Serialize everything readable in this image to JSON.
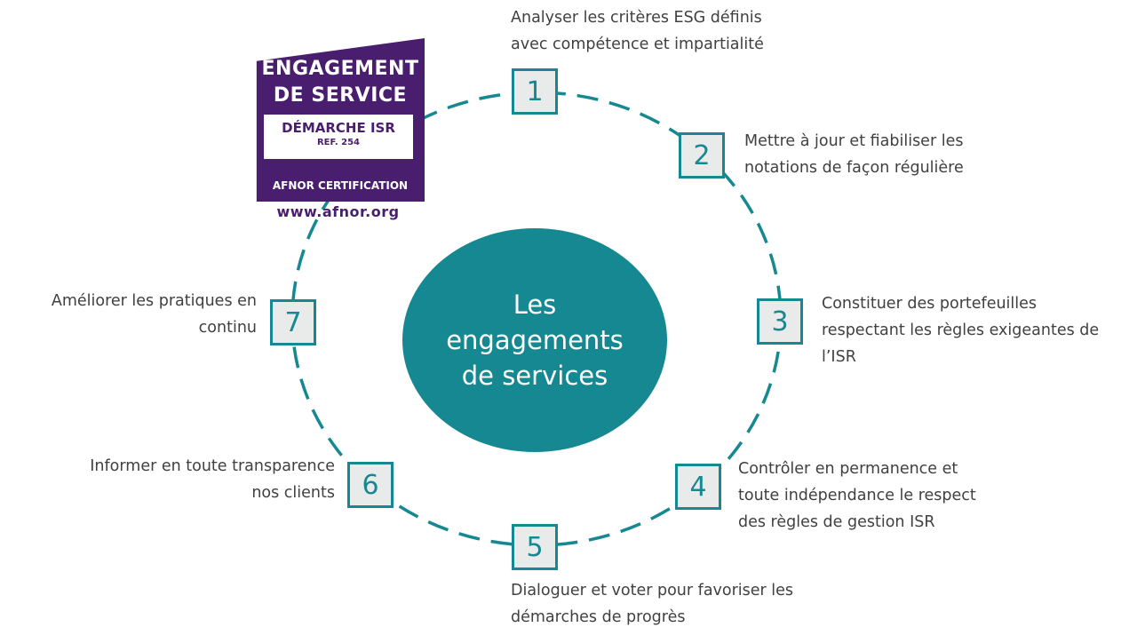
{
  "colors": {
    "accent": "#168891",
    "box_fill": "#e9eaea",
    "text": "#404040",
    "logo_purple": "#4a1e6e"
  },
  "center": {
    "lines": [
      "Les",
      "engagements",
      "de services"
    ]
  },
  "logo": {
    "title_line1": "ENGAGEMENT",
    "title_line2": "DE SERVICE",
    "demarche": "DÉMARCHE ISR",
    "ref": "REF. 254",
    "certification": "AFNOR CERTIFICATION",
    "url": "www.afnor.org"
  },
  "steps": [
    {
      "number": "1",
      "lines": [
        "Analyser les critères ESG définis",
        "avec compétence et impartialité"
      ]
    },
    {
      "number": "2",
      "lines": [
        "Mettre à jour et fiabiliser les",
        "notations de façon régulière"
      ]
    },
    {
      "number": "3",
      "lines": [
        "Constituer des portefeuilles",
        "respectant les règles exigeantes de",
        "l’ISR"
      ]
    },
    {
      "number": "4",
      "lines": [
        "Contrôler en permanence et",
        "toute indépendance le respect",
        "des règles de gestion ISR"
      ]
    },
    {
      "number": "5",
      "lines": [
        "Dialoguer et voter pour favoriser les",
        "démarches de progrès"
      ]
    },
    {
      "number": "6",
      "lines": [
        "Informer en toute transparence",
        "nos clients"
      ]
    },
    {
      "number": "7",
      "lines": [
        "Améliorer les pratiques en",
        "continu"
      ]
    }
  ]
}
